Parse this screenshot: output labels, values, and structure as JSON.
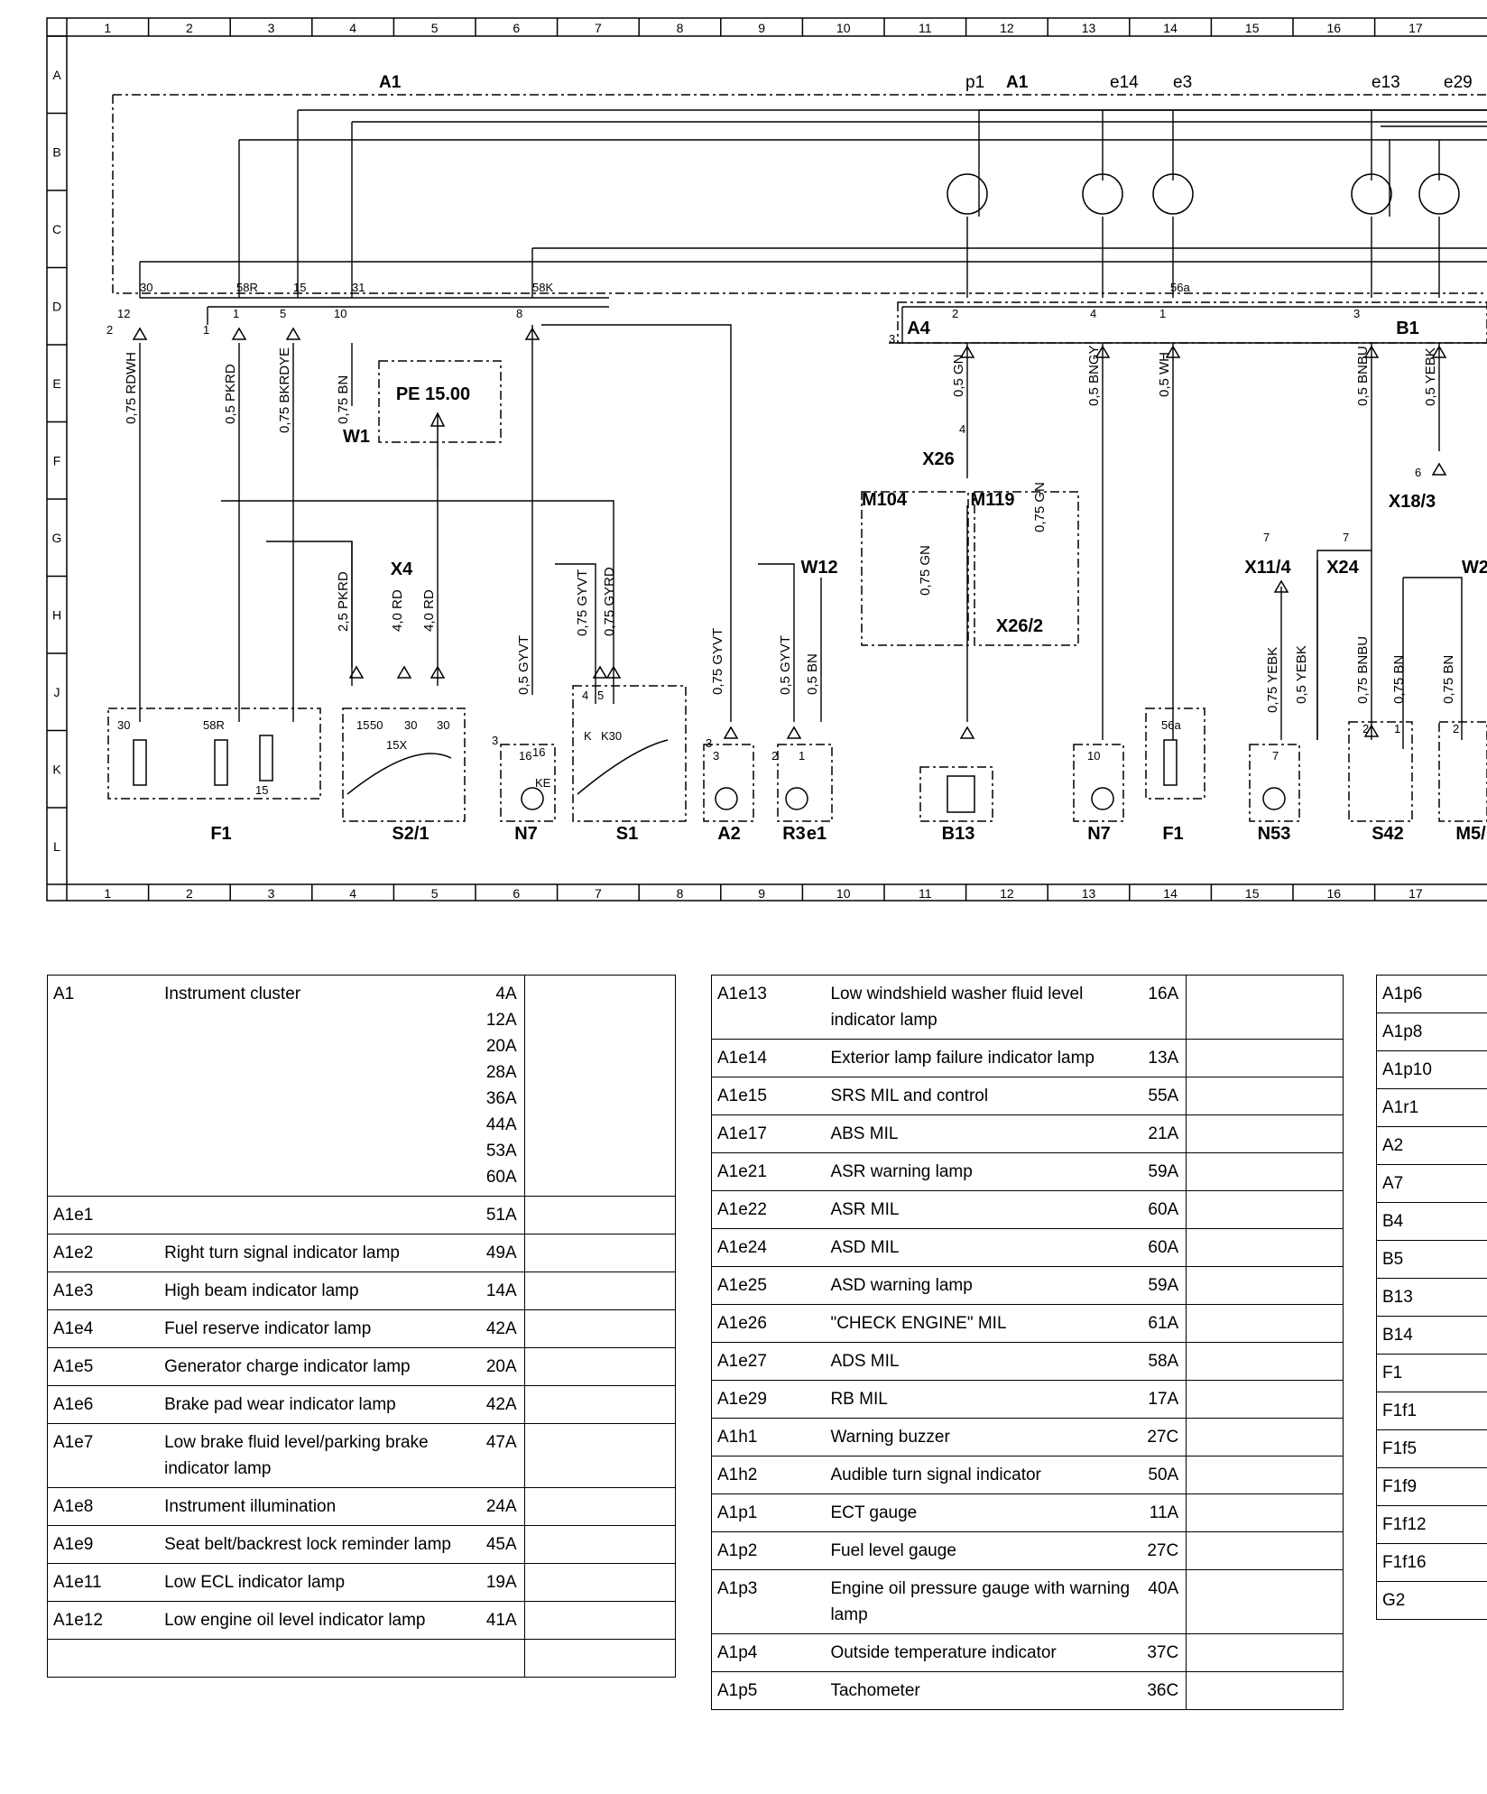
{
  "diagram": {
    "grid_columns": [
      "1",
      "2",
      "3",
      "4",
      "5",
      "6",
      "7",
      "8",
      "9",
      "10",
      "11",
      "12",
      "13",
      "14",
      "15",
      "16",
      "17"
    ],
    "grid_rows": [
      "A",
      "B",
      "C",
      "D",
      "E",
      "F",
      "G",
      "H",
      "J",
      "K",
      "L"
    ],
    "header_labels": [
      "A1",
      "p1",
      "A1",
      "e14",
      "e3",
      "e13",
      "e29"
    ],
    "components": [
      "F1",
      "S2/1",
      "N7",
      "S1",
      "A2",
      "R3",
      "e1",
      "B13",
      "N7",
      "F1",
      "N53",
      "S42",
      "M5/",
      "X4",
      "X26",
      "X26/2",
      "X11/4",
      "X24",
      "X18/3",
      "W1",
      "W12",
      "W2",
      "M104",
      "M119",
      "A4",
      "B1"
    ],
    "ref_box": "PE 15.00",
    "wires": [
      "0,75 RDWH",
      "0,5 PKRD",
      "0,75 BKRDYE",
      "0,75 BN",
      "0,5 GN",
      "0,5 BNGY",
      "0,5 WH",
      "0,5 BNBU",
      "0,5 YEBK",
      "2,5 PKRD",
      "4,0 RD",
      "4,0 RD",
      "0,5 GYVT",
      "0,75 GYVT",
      "0,75 GYRD",
      "0,75 GYVT",
      "0,5 GYVT",
      "0,5 BN",
      "0,75 GN",
      "0,75 GN",
      "0,75 YEBK",
      "0,5 YEBK",
      "0,75 BNBU",
      "0,75 BN",
      "0,75 BN"
    ],
    "pins": [
      "30",
      "12",
      "58R",
      "1",
      "15",
      "5",
      "31",
      "10",
      "58K",
      "8",
      "2",
      "4",
      "56a",
      "1",
      "3",
      "2",
      "1",
      "3",
      "4",
      "6",
      "7",
      "7",
      "2",
      "1",
      "2",
      "3",
      "30",
      "58R",
      "15",
      "56a",
      "16",
      "15",
      "50",
      "15X",
      "30",
      "30",
      "4",
      "5",
      "K",
      "K30",
      "3",
      "16",
      "KE",
      "3",
      "2",
      "1",
      "10",
      "7"
    ]
  },
  "table1": [
    {
      "code": "A1",
      "desc": "Instrument cluster",
      "ref": [
        "4A",
        "12A",
        "20A",
        "28A",
        "36A",
        "44A",
        "53A",
        "60A"
      ]
    },
    {
      "code": "A1e1",
      "desc": "",
      "ref": [
        "51A"
      ]
    },
    {
      "code": "A1e2",
      "desc": "Right turn signal indicator lamp",
      "ref": [
        "49A"
      ]
    },
    {
      "code": "A1e3",
      "desc": "High beam indicator lamp",
      "ref": [
        "14A"
      ]
    },
    {
      "code": "A1e4",
      "desc": "Fuel reserve indicator lamp",
      "ref": [
        "42A"
      ]
    },
    {
      "code": "A1e5",
      "desc": "Generator charge indicator lamp",
      "ref": [
        "20A"
      ]
    },
    {
      "code": "A1e6",
      "desc": "Brake pad wear indicator lamp",
      "ref": [
        "42A"
      ]
    },
    {
      "code": "A1e7",
      "desc": "Low brake fluid level/parking brake indicator lamp",
      "ref": [
        "47A"
      ]
    },
    {
      "code": "A1e8",
      "desc": "Instrument illumination",
      "ref": [
        "24A"
      ]
    },
    {
      "code": "A1e9",
      "desc": "Seat belt/backrest lock reminder lamp",
      "ref": [
        "45A"
      ]
    },
    {
      "code": "A1e11",
      "desc": "Low ECL indicator lamp",
      "ref": [
        "19A"
      ]
    },
    {
      "code": "A1e12",
      "desc": "Low engine oil level indicator lamp",
      "ref": [
        "41A"
      ]
    },
    {
      "code": "",
      "desc": "",
      "ref": [
        ""
      ]
    }
  ],
  "table2": [
    {
      "code": "A1e13",
      "desc": "Low windshield washer fluid level indicator lamp",
      "ref": [
        "16A"
      ]
    },
    {
      "code": "A1e14",
      "desc": "Exterior lamp failure indicator lamp",
      "ref": [
        "13A"
      ]
    },
    {
      "code": "A1e15",
      "desc": "SRS MIL and control",
      "ref": [
        "55A"
      ]
    },
    {
      "code": "A1e17",
      "desc": "ABS MIL",
      "ref": [
        "21A"
      ]
    },
    {
      "code": "A1e21",
      "desc": "ASR warning lamp",
      "ref": [
        "59A"
      ]
    },
    {
      "code": "A1e22",
      "desc": "ASR MIL",
      "ref": [
        "60A"
      ]
    },
    {
      "code": "A1e24",
      "desc": "ASD MIL",
      "ref": [
        "60A"
      ]
    },
    {
      "code": "A1e25",
      "desc": "ASD warning lamp",
      "ref": [
        "59A"
      ]
    },
    {
      "code": "A1e26",
      "desc": "\"CHECK ENGINE\" MIL",
      "ref": [
        "61A"
      ]
    },
    {
      "code": "A1e27",
      "desc": "ADS MIL",
      "ref": [
        "58A"
      ]
    },
    {
      "code": "A1e29",
      "desc": "RB MIL",
      "ref": [
        "17A"
      ]
    },
    {
      "code": "A1h1",
      "desc": "Warning buzzer",
      "ref": [
        "27C"
      ]
    },
    {
      "code": "A1h2",
      "desc": "Audible turn signal indicator",
      "ref": [
        "50A"
      ]
    },
    {
      "code": "A1p1",
      "desc": "ECT gauge",
      "ref": [
        "11A"
      ]
    },
    {
      "code": "A1p2",
      "desc": "Fuel level gauge",
      "ref": [
        "27C"
      ]
    },
    {
      "code": "A1p3",
      "desc": "Engine oil pressure gauge with warning lamp",
      "ref": [
        "40A"
      ]
    },
    {
      "code": "A1p4",
      "desc": "Outside temperature indicator",
      "ref": [
        "37C"
      ]
    },
    {
      "code": "A1p5",
      "desc": "Tachometer",
      "ref": [
        "36C"
      ]
    }
  ],
  "table3": [
    "A1p6",
    "A1p8",
    "A1p10",
    "A1r1",
    "A2",
    "A7",
    "B4",
    "B5",
    "B13",
    "B14",
    "F1",
    "F1f1",
    "F1f5",
    "F1f9",
    "F1f12",
    "F1f16",
    "G2"
  ]
}
